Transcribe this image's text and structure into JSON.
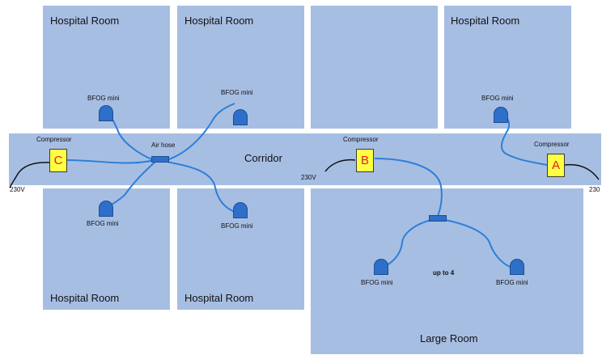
{
  "rooms": {
    "top1": "Hospital Room",
    "top2": "Hospital Room",
    "top4": "Hospital Room",
    "bottom1": "Hospital Room",
    "bottom2": "Hospital Room",
    "large": "Large Room"
  },
  "corridor": "Corridor",
  "air_hose": "Air hose",
  "up_to": "up to 4",
  "bfog": "BFOG mini",
  "compressor_label": "Compressor",
  "compressors": {
    "a": "A",
    "b": "B",
    "c": "C"
  },
  "power": {
    "left": "230V",
    "mid": "230V",
    "right": "230"
  },
  "colors": {
    "room_fill": "#a7bee3",
    "hose": "#2e7fd8",
    "compressor_fill": "#ffff44",
    "compressor_text": "#e02020",
    "device": "#2e6fc9",
    "power_cable": "#111111"
  }
}
